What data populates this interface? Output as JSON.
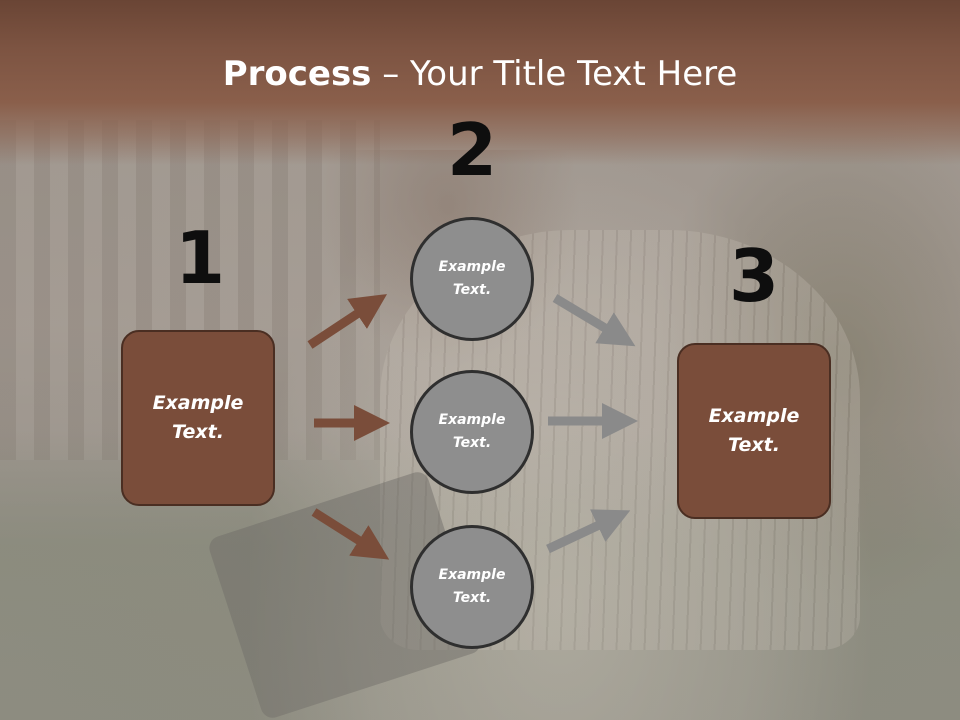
{
  "slide": {
    "title_bold": "Process",
    "title_rest": " – Your Title Text Here"
  },
  "steps": {
    "one": "1",
    "two": "2",
    "three": "3"
  },
  "boxes": {
    "left": "Example Text.",
    "right": "Example Text."
  },
  "circles": {
    "top": "Example Text.",
    "middle": "Example Text.",
    "bottom": "Example Text."
  },
  "colors": {
    "header_band": "#7d5442",
    "box_fill": "#7a4d3a",
    "box_border": "#4a2e22",
    "circle_fill": "#8e8e8e",
    "circle_border": "#2f2f2f",
    "arrow_brown": "#7a4d3a",
    "arrow_gray": "#8a8a8a",
    "title_text": "#ffffff",
    "number_text": "#0e0e0e"
  },
  "icons": {
    "in_arrows": [
      "arrow-up-right-icon",
      "arrow-right-icon",
      "arrow-down-right-icon"
    ],
    "out_arrows": [
      "arrow-down-right-icon",
      "arrow-right-icon",
      "arrow-up-right-icon"
    ]
  }
}
